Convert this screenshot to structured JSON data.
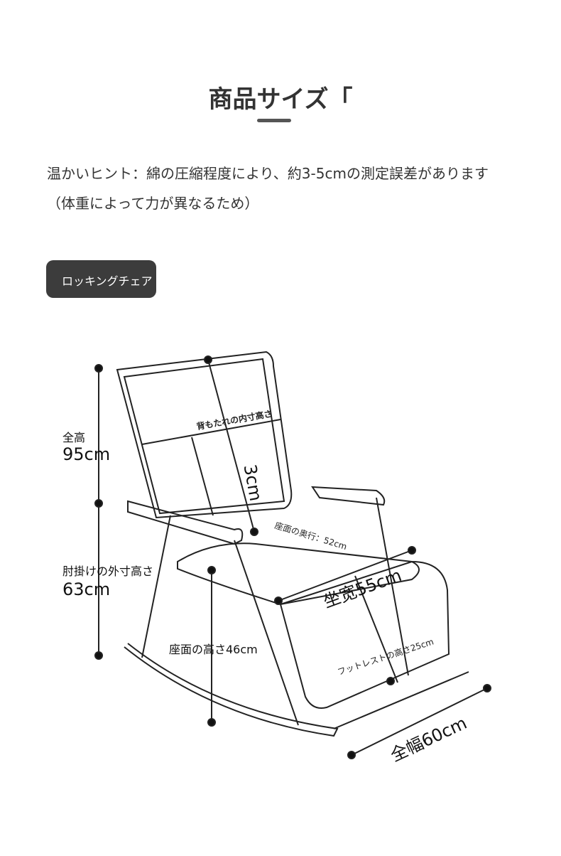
{
  "title": "商品サイズ「",
  "hint_line1": "温かいヒント：綿の圧縮程度により、約3-5cmの測定誤差があります",
  "hint_line2": "（体重によって力が異なるため）",
  "badge": "ロッキングチェア",
  "dimensions": {
    "total_height_label": "全高",
    "total_height_value": "95cm",
    "armrest_height_label": "肘掛けの外寸高さ",
    "armrest_height_value": "63cm",
    "backrest_label": "背もたれの内寸高さ",
    "backrest_value": "3cm",
    "seat_depth": "座面の奥行：52cm",
    "seat_width": "坐宽55cm",
    "seat_height": "座面の高さ46cm",
    "footrest": "フットレストの高さ25cm",
    "total_width": "全幅60cm"
  }
}
